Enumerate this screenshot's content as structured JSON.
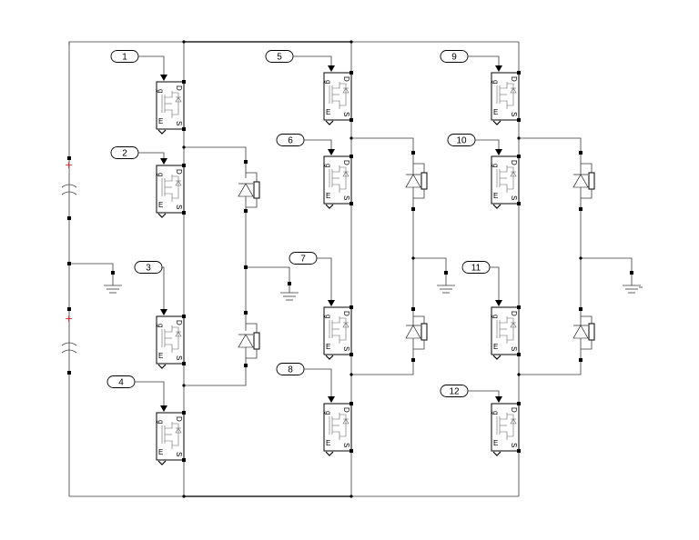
{
  "diagram": {
    "gate_tags": [
      "1",
      "2",
      "3",
      "4",
      "5",
      "6",
      "7",
      "8",
      "9",
      "10",
      "11",
      "12"
    ],
    "pin_labels": {
      "gate": "g",
      "drain": "D",
      "emitter": "E",
      "source": "S"
    },
    "source_polarity": [
      "+",
      "+"
    ],
    "colors": {
      "wire": "#3a3a3a",
      "block": "#000000",
      "polarity": "#e02020"
    }
  }
}
